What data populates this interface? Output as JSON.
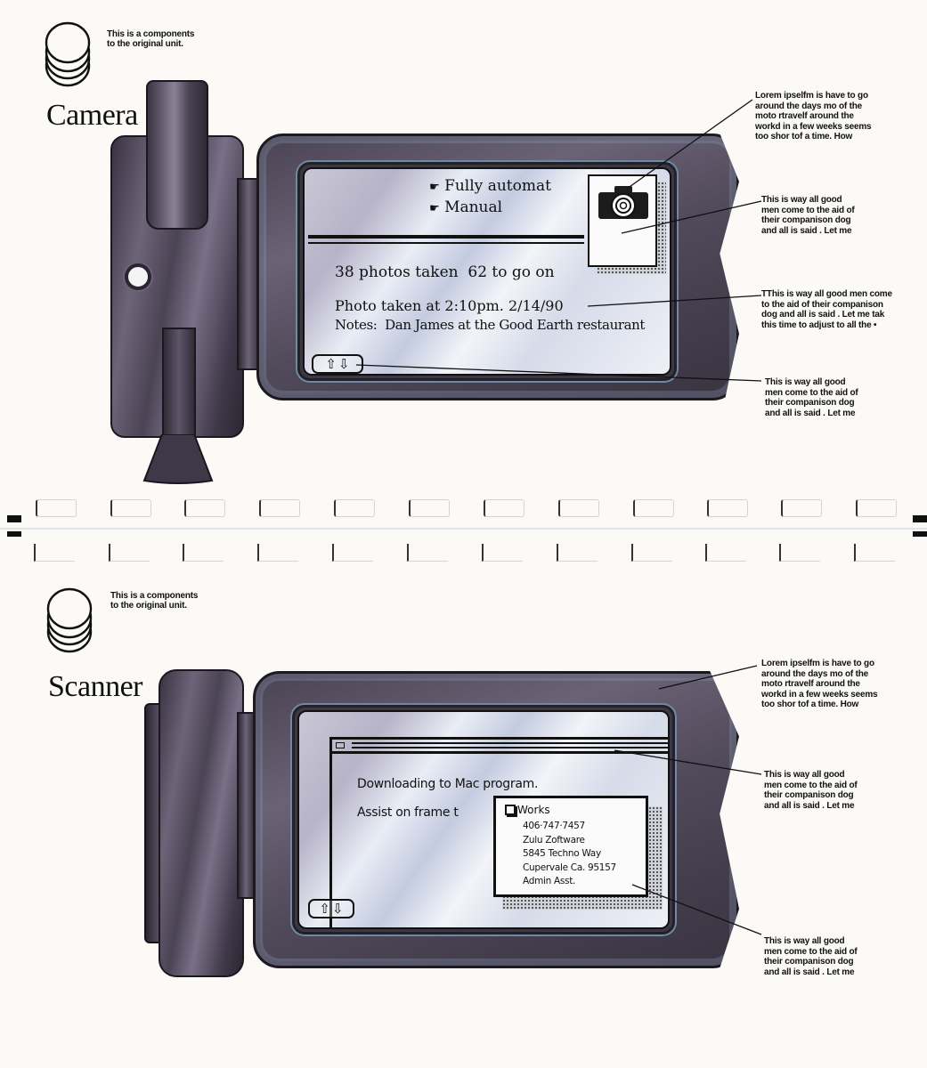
{
  "sections": {
    "camera": {
      "title": "Camera",
      "component_note": "This is a components\nto the original unit.",
      "screen": {
        "options": [
          {
            "label": "Fully automat",
            "icon": "pointing-hand-icon"
          },
          {
            "label": "Manual",
            "icon": "pointing-hand-icon"
          }
        ],
        "photo_count": "38 photos taken  62 to go on",
        "photo_time": "Photo taken at 2:10pm. 2/14/90",
        "notes": "Notes:  Dan James at the Good Earth restaurant",
        "thumbnail_icon": "camera-icon",
        "scroll_up_icon": "up-arrow-icon",
        "scroll_down_icon": "down-arrow-icon"
      },
      "callouts": [
        "Lorem ipselfm is have to go\naround the days mo of the\nmoto rtravelf around the\nworkd in a few weeks seems\ntoo shor tof a time. How",
        "This is way all good\nmen come to the aid of\ntheir companison dog\nand all is said . Let me",
        "TThis is way all good men come\nto the aid of their companison\ndog and all is said . Let me tak\nthis time to adjust to all the  •",
        "This is way all good\nmen come to the aid of\ntheir companison dog\nand all is said . Let me"
      ]
    },
    "scanner": {
      "title": "Scanner",
      "component_note": "This is a components\nto the original unit.",
      "screen": {
        "line1": "Downloading to Mac program.",
        "line2": "Assist on frame t",
        "card": {
          "app_name": "Works",
          "lines": [
            "406·747·7457",
            "Zulu Zoftware",
            "5845 Techno Way",
            "Cupervale Ca. 95157",
            "Admin Asst."
          ]
        },
        "scroll_up_icon": "up-arrow-icon",
        "scroll_down_icon": "down-arrow-icon"
      },
      "callouts": [
        "Lorem ipselfm is have to go\naround the days mo of the\nmoto rtravelf around the\nworkd in a few weeks seems\ntoo shor tof a time. How",
        "This is way all good\nmen come to the aid of\ntheir companison dog\nand all is said . Let me",
        "This is way all good\nmen come to the aid of\ntheir companison dog\nand all is said . Let me"
      ]
    }
  },
  "colors": {
    "paper": "#fbfaf6",
    "device_body": "#4a4352",
    "screen_highlight": "#e9edf5",
    "bezel_edge": "#6f88a8"
  }
}
